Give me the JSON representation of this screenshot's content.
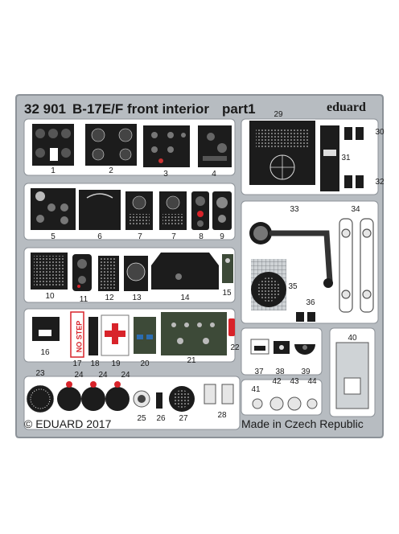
{
  "header": {
    "code": "32 901",
    "title": "B-17E/F front interior",
    "part": "part1",
    "brand": "eduard"
  },
  "footer": {
    "copyright": "© EDUARD 2017",
    "origin": "Made in Czech Republic"
  },
  "placards": {
    "no_step": "NO STEP"
  },
  "part_numbers": [
    "1",
    "2",
    "3",
    "4",
    "5",
    "6",
    "7",
    "7",
    "8",
    "9",
    "10",
    "11",
    "12",
    "13",
    "14",
    "15",
    "16",
    "17",
    "18",
    "19",
    "20",
    "21",
    "22",
    "23",
    "24",
    "24",
    "24",
    "25",
    "26",
    "27",
    "28",
    "29",
    "30",
    "31",
    "32",
    "33",
    "34",
    "35",
    "36",
    "37",
    "38",
    "39",
    "40",
    "41",
    "42",
    "43",
    "44"
  ],
  "colors": {
    "fret": "#b7bcc1",
    "fret_edge": "#8c9298",
    "panel": "#1c1c1c",
    "green": "#3d4a38",
    "red": "#d8232a",
    "blue": "#2b6cb0"
  }
}
